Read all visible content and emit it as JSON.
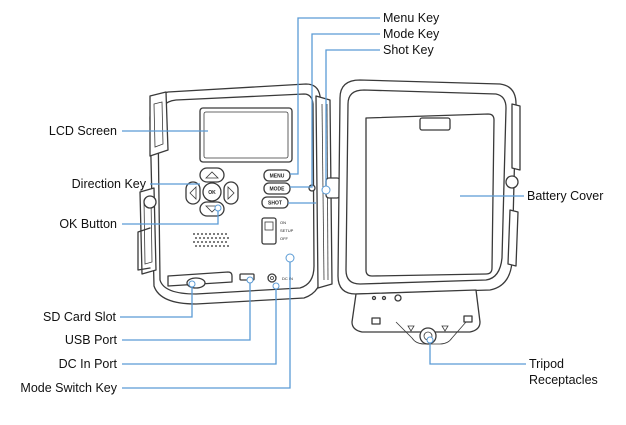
{
  "callouts": {
    "menu_key": "Menu Key",
    "mode_key": "Mode Key",
    "shot_key": "Shot Key",
    "lcd_screen": "LCD Screen",
    "direction_key": "Direction Key",
    "ok_button": "OK Button",
    "battery_cover": "Battery Cover",
    "sd_card_slot": "SD Card Slot",
    "usb_port": "USB Port",
    "dc_in_port": "DC In Port",
    "mode_switch_key": "Mode Switch Key",
    "tripod_receptacles_line1": "Tripod",
    "tripod_receptacles_line2": "Receptacles"
  },
  "device_markings": {
    "menu": "MENU",
    "mode": "MODE",
    "shot": "SHOT",
    "ok": "OK",
    "switch_on": "ON",
    "switch_setup": "SETUP",
    "switch_off": "OFF",
    "dc_in": "DC IN"
  },
  "colors": {
    "leader_lines": "#5b9bd5",
    "device_outline": "#3a3a3a",
    "label_text": "#111111"
  }
}
